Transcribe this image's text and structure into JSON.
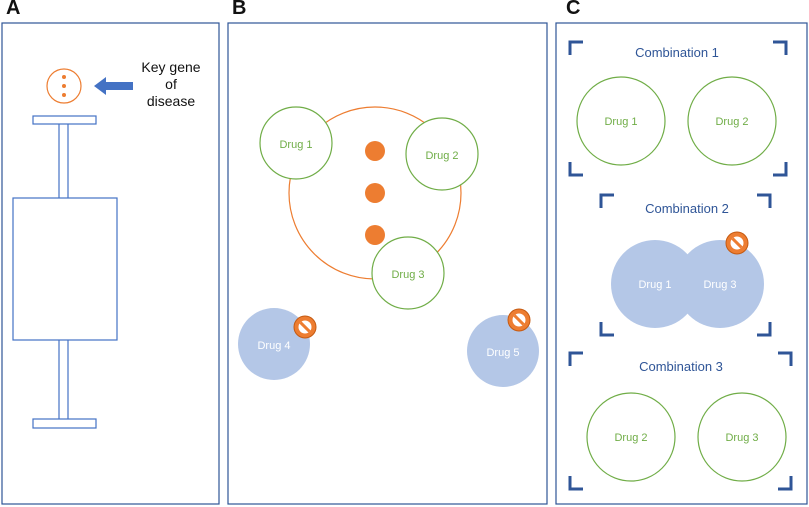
{
  "panels": [
    {
      "letter": "A"
    },
    {
      "letter": "B"
    },
    {
      "letter": "C"
    }
  ],
  "panel_a": {
    "annotation_lines": [
      "Key gene",
      "of",
      "disease"
    ]
  },
  "panel_b": {
    "target_drugs": [
      "Drug 1",
      "Drug 2",
      "Drug 3"
    ],
    "off_target_drugs": [
      "Drug 4",
      "Drug 5"
    ]
  },
  "panel_c": {
    "combinations": [
      {
        "title": "Combination 1",
        "drugs": [
          "Drug 1",
          "Drug 2"
        ]
      },
      {
        "title": "Combination 2",
        "drugs": [
          "Drug 1",
          "Drug 3"
        ]
      },
      {
        "title": "Combination 3",
        "drugs": [
          "Drug 2",
          "Drug 3"
        ]
      }
    ]
  },
  "colors": {
    "panel_border": "#2e5597",
    "target_outline": "#ed7d31",
    "gene_dot": "#ed7d31",
    "drug_outline": "#70ad47",
    "drug_text_green": "#70ad47",
    "blocked_fill": "#b4c7e7",
    "bracket": "#2f5597",
    "title_text": "#2f5597",
    "arrow": "#4472c4",
    "ban_icon": "#ed7d31"
  }
}
